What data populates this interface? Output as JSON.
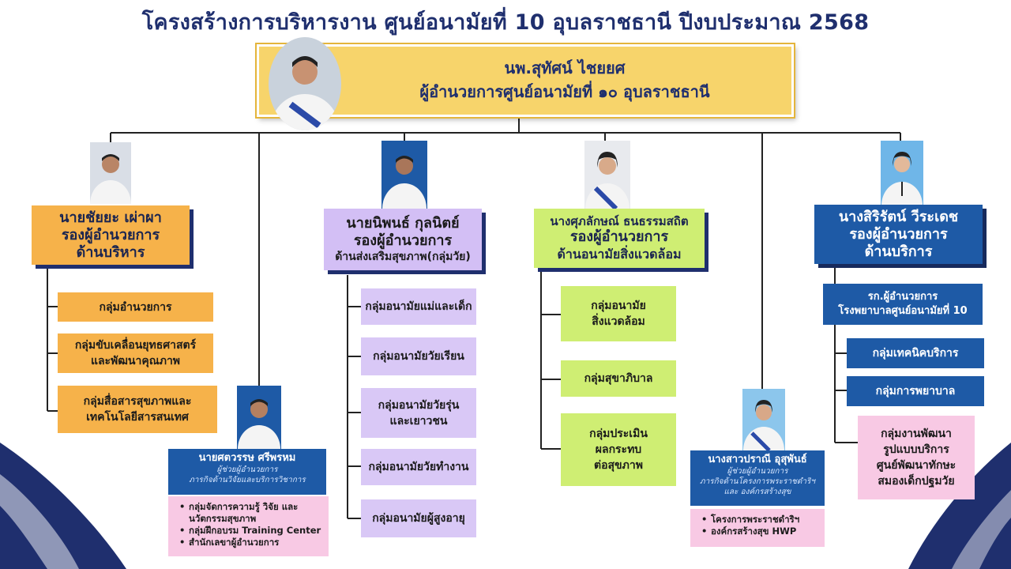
{
  "title": "โครงสร้างการบริหารงาน  ศูนย์อนามัยที่ 10 อุบลราชธานี ปีงบประมาณ 2568",
  "director": {
    "name": "นพ.สุทัศน์ ไชยยศ",
    "position": "ผู้อำนวยการศูนย์อนามัยที่ ๑๐ อุบลราชธานี"
  },
  "deputies": [
    {
      "name": "นายชัยยะ เผ่าผา",
      "role": "รองผู้อำนวยการ",
      "area": "ด้านบริหาร",
      "groups": [
        "กลุ่มอำนวยการ",
        "กลุ่มขับเคลื่อนยุทธศาสตร์\nและพัฒนาคุณภาพ",
        "กลุ่มสื่อสารสุขภาพและ\nเทคโนโลยีสารสนเทศ"
      ]
    },
    {
      "name": "นายนิพนธ์ กุลนิตย์",
      "role": "รองผู้อำนวยการ",
      "area": "ด้านส่งเสริมสุขภาพ(กลุ่มวัย)",
      "groups": [
        "กลุ่มอนามัยแม่และเด็ก",
        "กลุ่มอนามัยวัยเรียน",
        "กลุ่มอนามัยวัยรุ่น\nและเยาวชน",
        "กลุ่มอนามัยวัยทำงาน",
        "กลุ่มอนามัยผู้สูงอายุ"
      ]
    },
    {
      "name": "นางศุภลักษณ์ ธนธรรมสถิต",
      "role": "รองผู้อำนวยการ",
      "area": "ด้านอนามัยสิ่งแวดล้อม",
      "groups": [
        "กลุ่มอนามัย\nสิ่งแวดล้อม",
        "กลุ่มสุขาภิบาล",
        "กลุ่มประเมิน\nผลกระทบ\nต่อสุขภาพ"
      ]
    },
    {
      "name": "นางสิริรัตน์ วีระเดช",
      "role": "รองผู้อำนวยการ",
      "area": "ด้านบริการ",
      "acting": [
        "รก.ผู้อำนวยการ",
        "โรงพยาบาลศูนย์อนามัยที่ 10"
      ],
      "groups": [
        "กลุ่มเทคนิคบริการ",
        "กลุ่มการพยาบาล",
        "กลุ่มงานพัฒนา\nรูปแบบบริการ\nศูนย์พัฒนาทักษะ\nสมองเด็กปฐมวัย"
      ]
    }
  ],
  "assistants": [
    {
      "name": "นายศตวรรษ ศรีพรหม",
      "title": "ผู้ช่วยผู้อำนวยการ",
      "mission": "ภารกิจด้านวิจัยและบริการวิชาการ",
      "items": [
        "กลุ่มจัดการความรู้ วิจัย และ\nนวัตกรรมสุขภาพ",
        "กลุ่มฝึกอบรม Training Center",
        "สำนักเลขาผู้อำนวยการ"
      ]
    },
    {
      "name": "นางสาวปราณี อุสุพันธ์",
      "title": "ผู้ช่วยผู้อำนวยการ",
      "mission": "ภารกิจด้านโครงการพระราชดำริฯ\nและ องค์กรสร้างสุข",
      "items": [
        "โครงการพระราชดำริฯ",
        "องค์กรสร้างสุข HWP"
      ]
    }
  ],
  "colors": {
    "title": "#1f2f6e",
    "director_box": "#f7d46b",
    "admin": "#f6b24a",
    "health_promotion": "#d9c8f6",
    "environment": "#cfee73",
    "service": "#1e5aa6",
    "pink": "#f8c9e4"
  }
}
